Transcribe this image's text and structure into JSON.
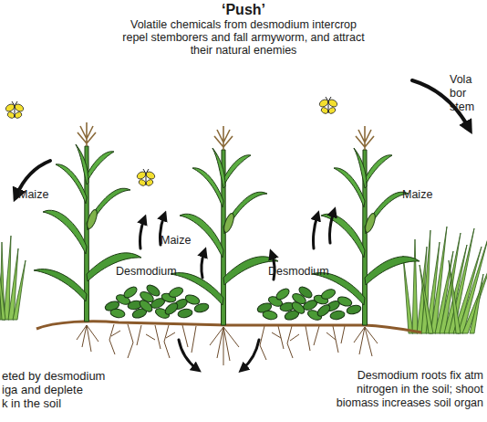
{
  "diagram": {
    "title": "‘Push’",
    "labels": [
      "Volatile chemicals from desmodium intercrop repel stemborers and fall armyworm, and attract their natural enemies",
      "Vola",
      "bor",
      "stem",
      "Maize",
      "Maize",
      "Desmodium",
      "Desmodium",
      "Maize",
      "eted by desmodium",
      "iga and deplete",
      "k in the soil",
      "Desmodium roots fix atm",
      "nitrogen in the soil; shoot",
      "biomass increases soil organ"
    ]
  }
}
